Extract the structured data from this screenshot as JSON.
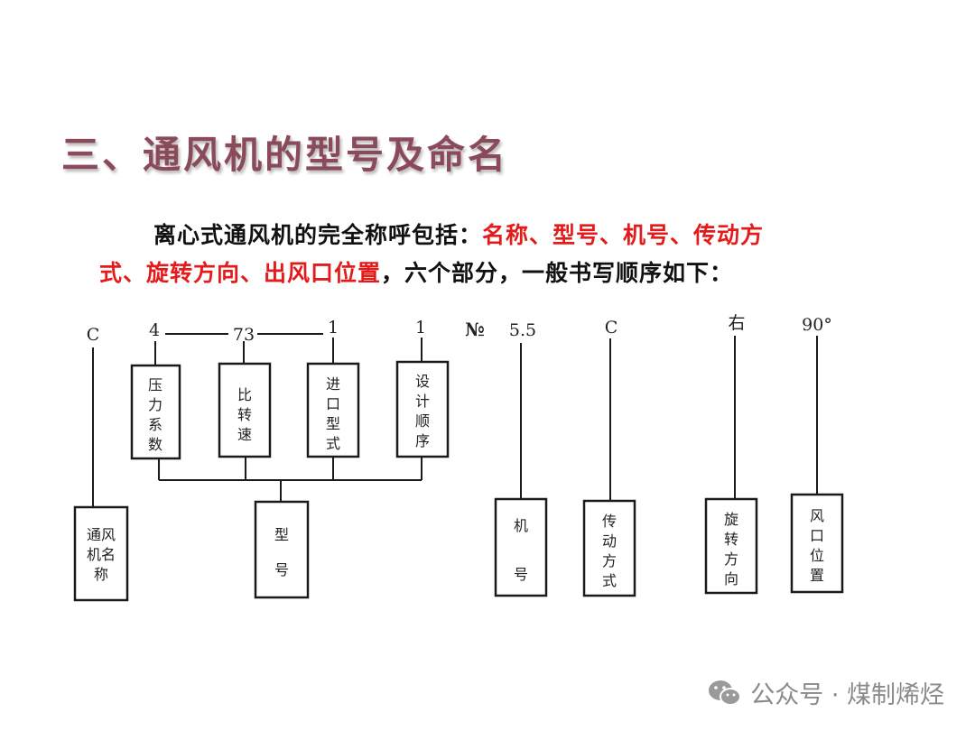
{
  "title": "三、通风机的型号及命名",
  "paragraph": {
    "intro": "离心式通风机的完全称呼包括：",
    "components_line1": "名称、型号、机号、传动方",
    "components_line2": "式、旋转方向、出风口位置",
    "outro": "，六个部分，一般书写顺序如下："
  },
  "diagram": {
    "top_codes": {
      "name_code": "C",
      "pressure_coef": "4",
      "specific_speed": "73",
      "inlet_type": "1",
      "design_seq": "1",
      "number_sign": "№",
      "machine_no": "5.5",
      "drive_code": "C",
      "rotation": "右",
      "outlet_angle": "90°"
    },
    "boxes": {
      "pressure_coef": [
        "压",
        "力",
        "系",
        "数"
      ],
      "specific_speed": [
        "比",
        "转",
        "速"
      ],
      "inlet_type": [
        "进",
        "口",
        "型",
        "式"
      ],
      "design_seq": [
        "设",
        "计",
        "顺",
        "序"
      ],
      "fan_name": [
        "通风",
        "机名",
        "称"
      ],
      "model": [
        "型",
        "号"
      ],
      "machine_no": [
        "机",
        "号"
      ],
      "drive_mode": [
        "传",
        "动",
        "方",
        "式"
      ],
      "rotation_dir": [
        "旋",
        "转",
        "方",
        "向"
      ],
      "outlet_pos": [
        "风",
        "口",
        "位",
        "置"
      ]
    }
  },
  "watermark": {
    "text": "公众号 · 煤制烯烃",
    "icon": "wechat-icon"
  }
}
